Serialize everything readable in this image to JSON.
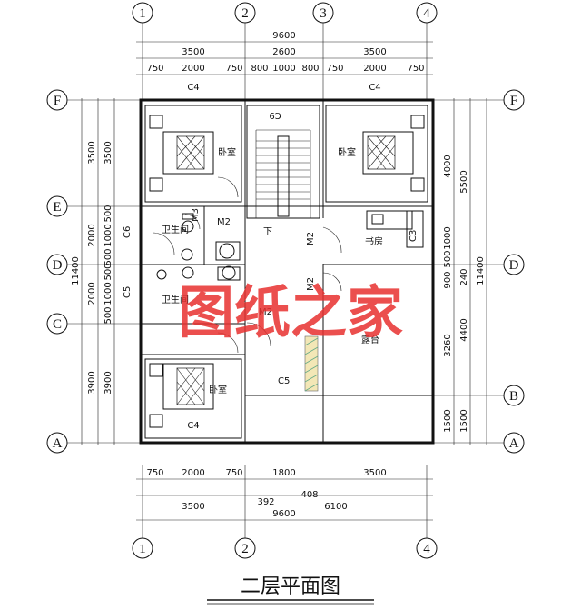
{
  "title": "二层平面图",
  "watermark": "图纸之家",
  "axes": {
    "top": [
      "1",
      "2",
      "3",
      "4"
    ],
    "bottom": [
      "1",
      "2",
      "4"
    ],
    "left": [
      "F",
      "E",
      "D",
      "C",
      "A"
    ],
    "right": [
      "F",
      "D",
      "B",
      "A"
    ]
  },
  "dims": {
    "top_total": "9600",
    "top_mid": [
      "3500",
      "2600",
      "3500"
    ],
    "top_detail": [
      "750",
      "2000",
      "750",
      "800",
      "1000",
      "800",
      "750",
      "2000",
      "750"
    ],
    "bottom_detail": [
      "750",
      "2000",
      "750",
      "1800",
      "3500"
    ],
    "bottom_mid": [
      "3500",
      "392",
      "408",
      "6100"
    ],
    "bottom_total": "9600",
    "left_total": "11400",
    "left_mid": [
      "3500",
      "2000",
      "2000",
      "3900"
    ],
    "left_detail": [
      "3500",
      "500",
      "1000",
      "500",
      "500",
      "1000",
      "500",
      "3900"
    ],
    "right_detail": [
      "4000",
      "1000",
      "500",
      "900",
      "3260",
      "1500"
    ],
    "right_mid": [
      "5500",
      "240",
      "4400",
      "1500"
    ],
    "right_total": "11400"
  },
  "rooms": {
    "bedroom": "卧室",
    "bathroom": "卫生间",
    "study": "书房",
    "balcony": "露台",
    "down": "下"
  },
  "tags": {
    "c4": "C4",
    "c5": "C5",
    "c6": "C6",
    "c9": "C9",
    "c3": "C3",
    "m2": "M2",
    "m3": "M3"
  }
}
